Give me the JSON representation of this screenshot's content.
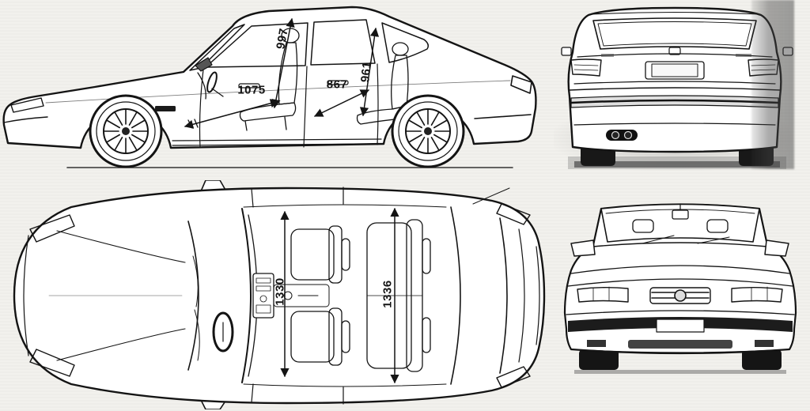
{
  "figure": {
    "kind": "car-blueprint-four-views"
  },
  "dimensions": {
    "d997": "997",
    "d1075": "1075",
    "d867": "867",
    "d961": "961",
    "d1330": "1330",
    "d1336": "1336"
  },
  "colors": {
    "line": "#141414",
    "paper": "#f2f1ed",
    "shade": "#999999",
    "tire": "#181818"
  }
}
